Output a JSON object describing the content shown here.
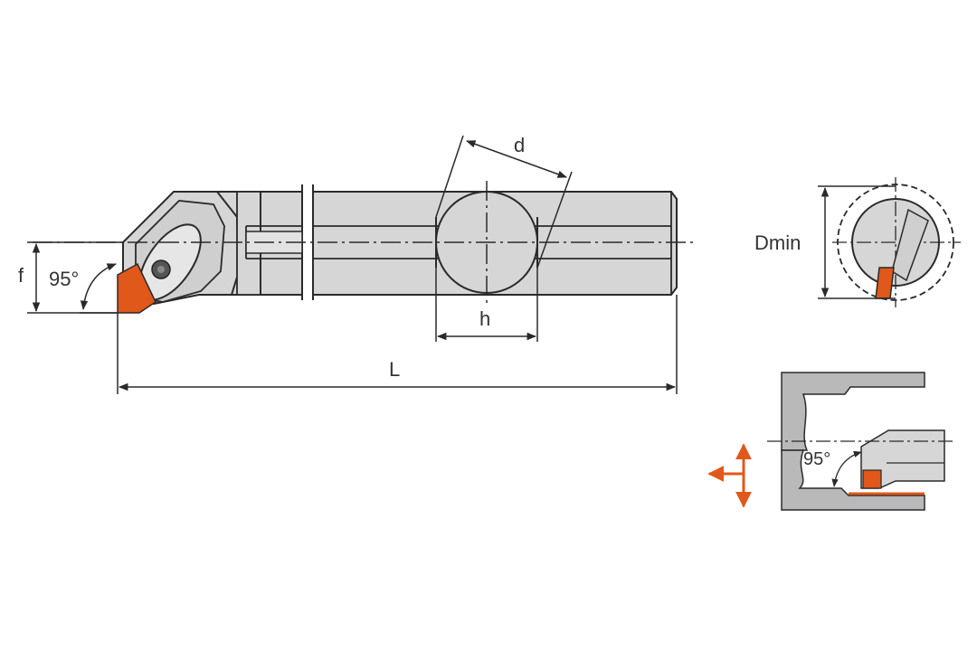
{
  "labels": {
    "d": "d",
    "h": "h",
    "L": "L",
    "f": "f",
    "angle_main": "95°",
    "dmin": "Dmin",
    "angle_detail": "95°"
  },
  "colors": {
    "body": "#d6d6d6",
    "outline": "#2a2a2a",
    "insert": "#e0581a",
    "workpiece": "#b9b9b9",
    "arrow": "#e0581a"
  }
}
